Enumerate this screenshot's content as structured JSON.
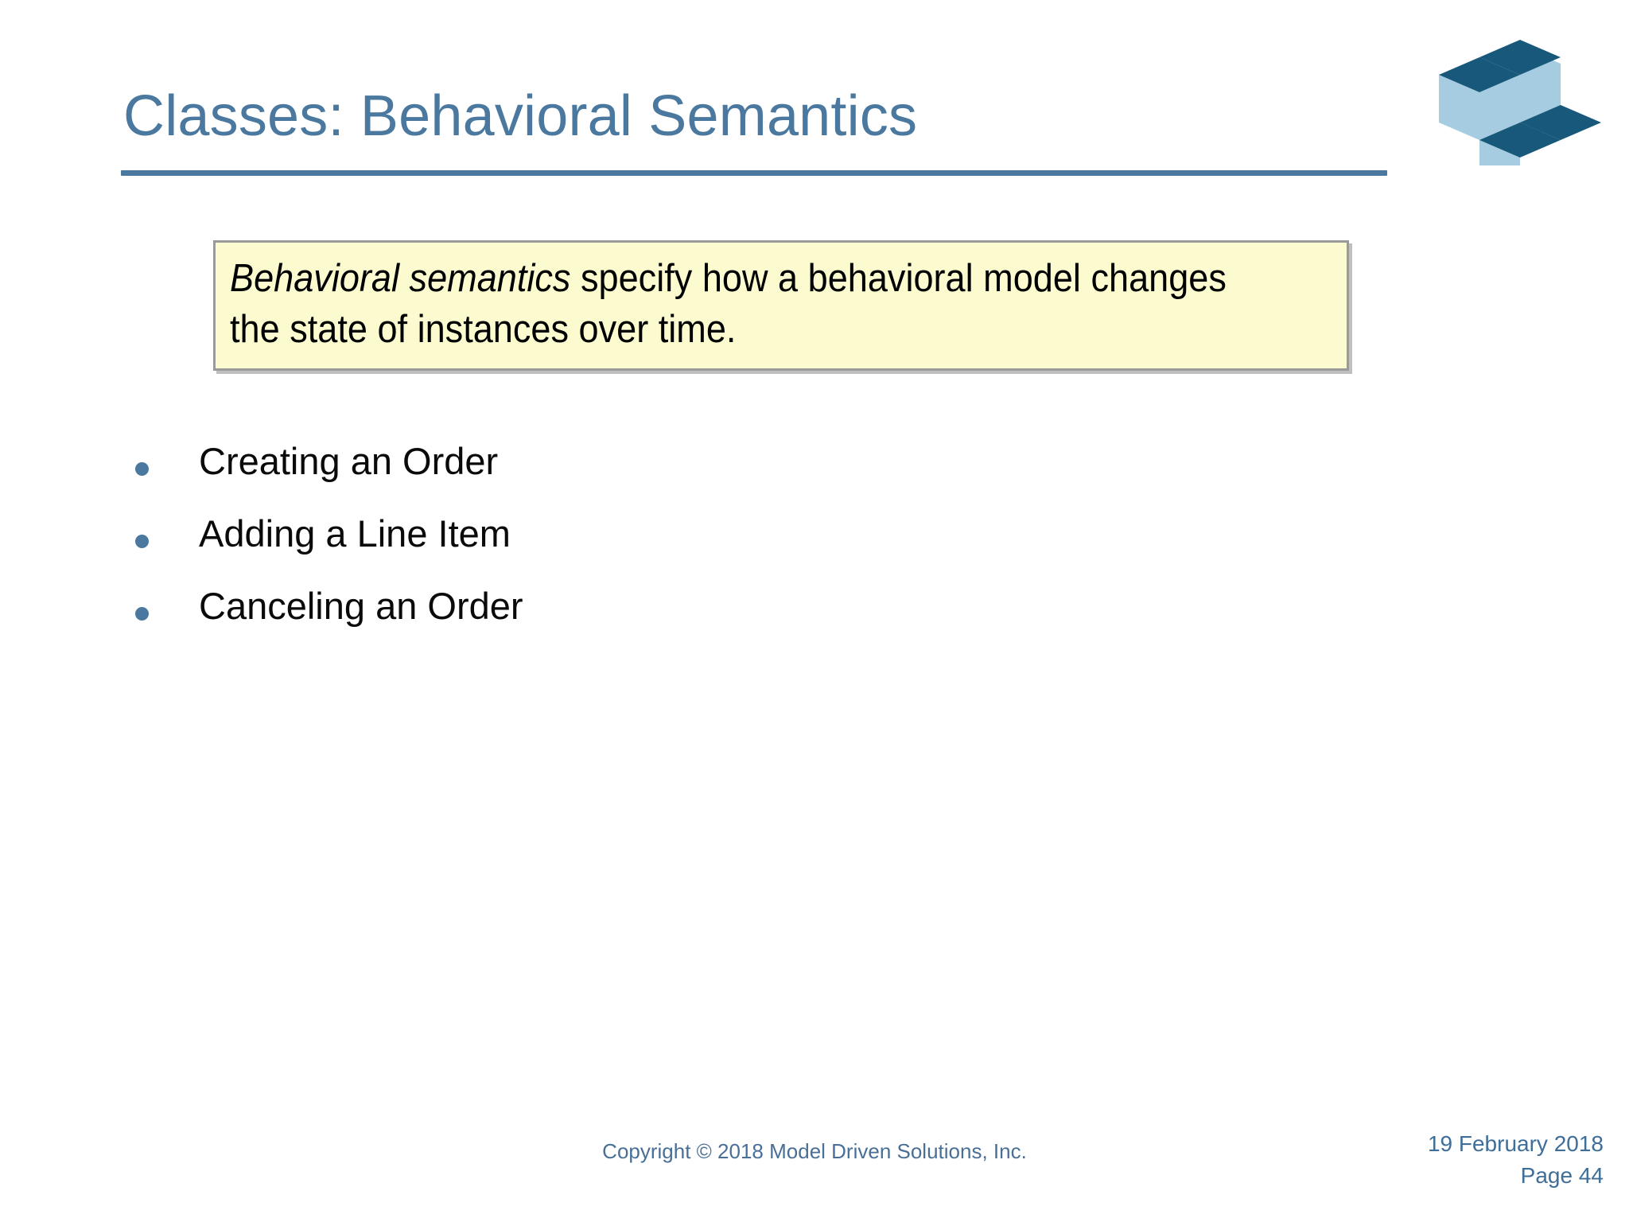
{
  "slide": {
    "title": "Classes: Behavioral Semantics",
    "background_color": "#ffffff",
    "accent_color": "#4a789f"
  },
  "logo": {
    "name": "model-driven-solutions-logo",
    "dark_color": "#18587a",
    "light_color": "#a5cce0"
  },
  "callout": {
    "emphasis": "Behavioral semantics",
    "rest": " specify how a behavioral model changes the state of instances over time.",
    "background_color": "#fbfbcf",
    "border_color": "#9a9a9a"
  },
  "bullets": {
    "marker_color": "#4a789f",
    "items": [
      {
        "label": "Creating an Order"
      },
      {
        "label": "Adding a Line Item"
      },
      {
        "label": "Canceling an Order"
      }
    ]
  },
  "footer": {
    "copyright": "Copyright © 2018 Model Driven Solutions, Inc.",
    "date": "19 February 2018",
    "page": "Page 44",
    "text_color": "#4a6f96"
  }
}
